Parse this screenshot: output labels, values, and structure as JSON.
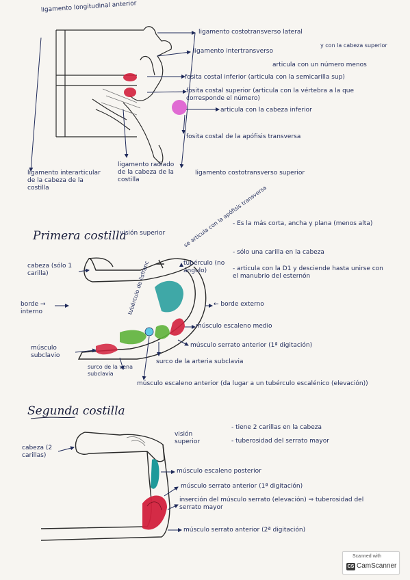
{
  "section1": {
    "top_label": "ligamento longitudinal anterior",
    "labels_right": [
      "ligamento costotransverso lateral",
      "ligamento intertransverso",
      "y con la cabeza superior",
      "articula con un número menos",
      "fosita costal inferior (articula con la semicarilla sup)",
      "fosita costal superior (articula con la vértebra a la que corresponde el número)",
      "articula con la cabeza inferior",
      "fosita costal de la apófisis transversa",
      "ligamento costotransverso superior"
    ],
    "labels_bottom": [
      "ligamento interarticular de la cabeza de la costilla",
      "ligamento radiado de la cabeza de la costilla"
    ]
  },
  "section2": {
    "title": "Primera costilla",
    "view_label": "visión superior",
    "rotated_label": "se articula con la apófisis transversa",
    "bullets": [
      "- Es la más corta, ancha y plana (menos alta)",
      "- sólo una carilla en la cabeza",
      "- articula con la D1 y desciende hasta unirse con el manubrio del esternón"
    ],
    "labels": {
      "cabeza": "cabeza (sólo 1 carilla)",
      "tuberculo": "tubérculo (no ángulo)",
      "borde_interno": "borde → interno",
      "borde_externo": "← borde externo",
      "tuberculo_scaleno": "tubérculo de lisfranc",
      "escaleno_medio": "músculo escaleno medio",
      "serrato_anterior": "músculo serrato anterior (1ª digitación)",
      "subclavio": "músculo subclavio",
      "surco_arteria": "surco de la arteria subclavia",
      "surco_vena": "surco de la vena subclavia",
      "escaleno_anterior": "músculo escaleno anterior (da lugar a un tubérculo escalénico (elevación))"
    }
  },
  "section3": {
    "title": "Segunda costilla",
    "view_label": "visión superior",
    "bullets": [
      "- tiene 2 carillas en la cabeza",
      "- tuberosidad del serrato mayor"
    ],
    "labels": {
      "cabeza": "cabeza (2 carillas)",
      "escaleno_posterior": "músculo escaleno posterior",
      "serrato_1": "músculo serrato anterior (1ª digitación)",
      "insercion": "inserción del músculo serrato (elevación) ⇒ tuberosidad del serrato mayor",
      "serrato_2": "músculo serrato anterior (2ª digitación)"
    }
  },
  "badge": {
    "line1": "Scanned with",
    "line2": "CamScanner"
  },
  "colors": {
    "ink": "#1f2a5a",
    "teal": "#1f9a9a",
    "green": "#5db33a",
    "red": "#d2203c",
    "pink": "#e06bd3"
  }
}
